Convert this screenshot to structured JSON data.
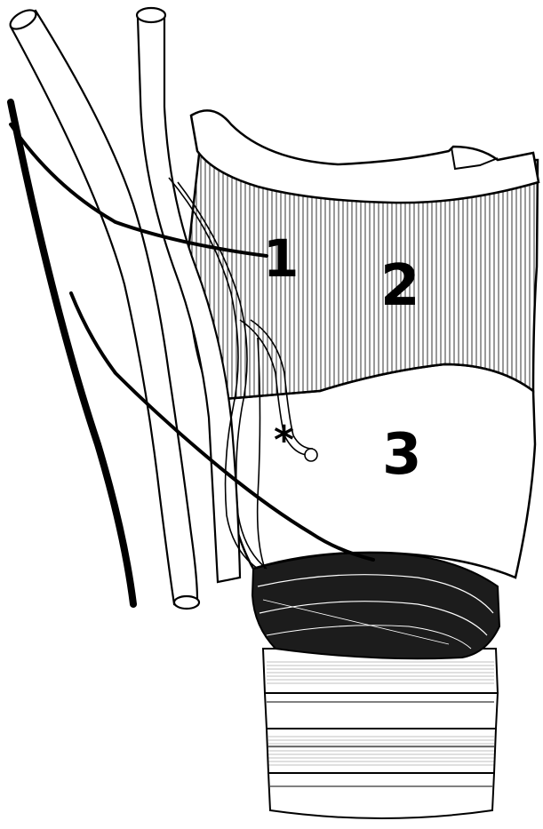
{
  "labels": {
    "one": "1",
    "two": "2",
    "three": "3",
    "asterisk": "*"
  },
  "colors": {
    "ink": "#000000",
    "paper": "#ffffff",
    "shade": "#2a2a2a"
  }
}
